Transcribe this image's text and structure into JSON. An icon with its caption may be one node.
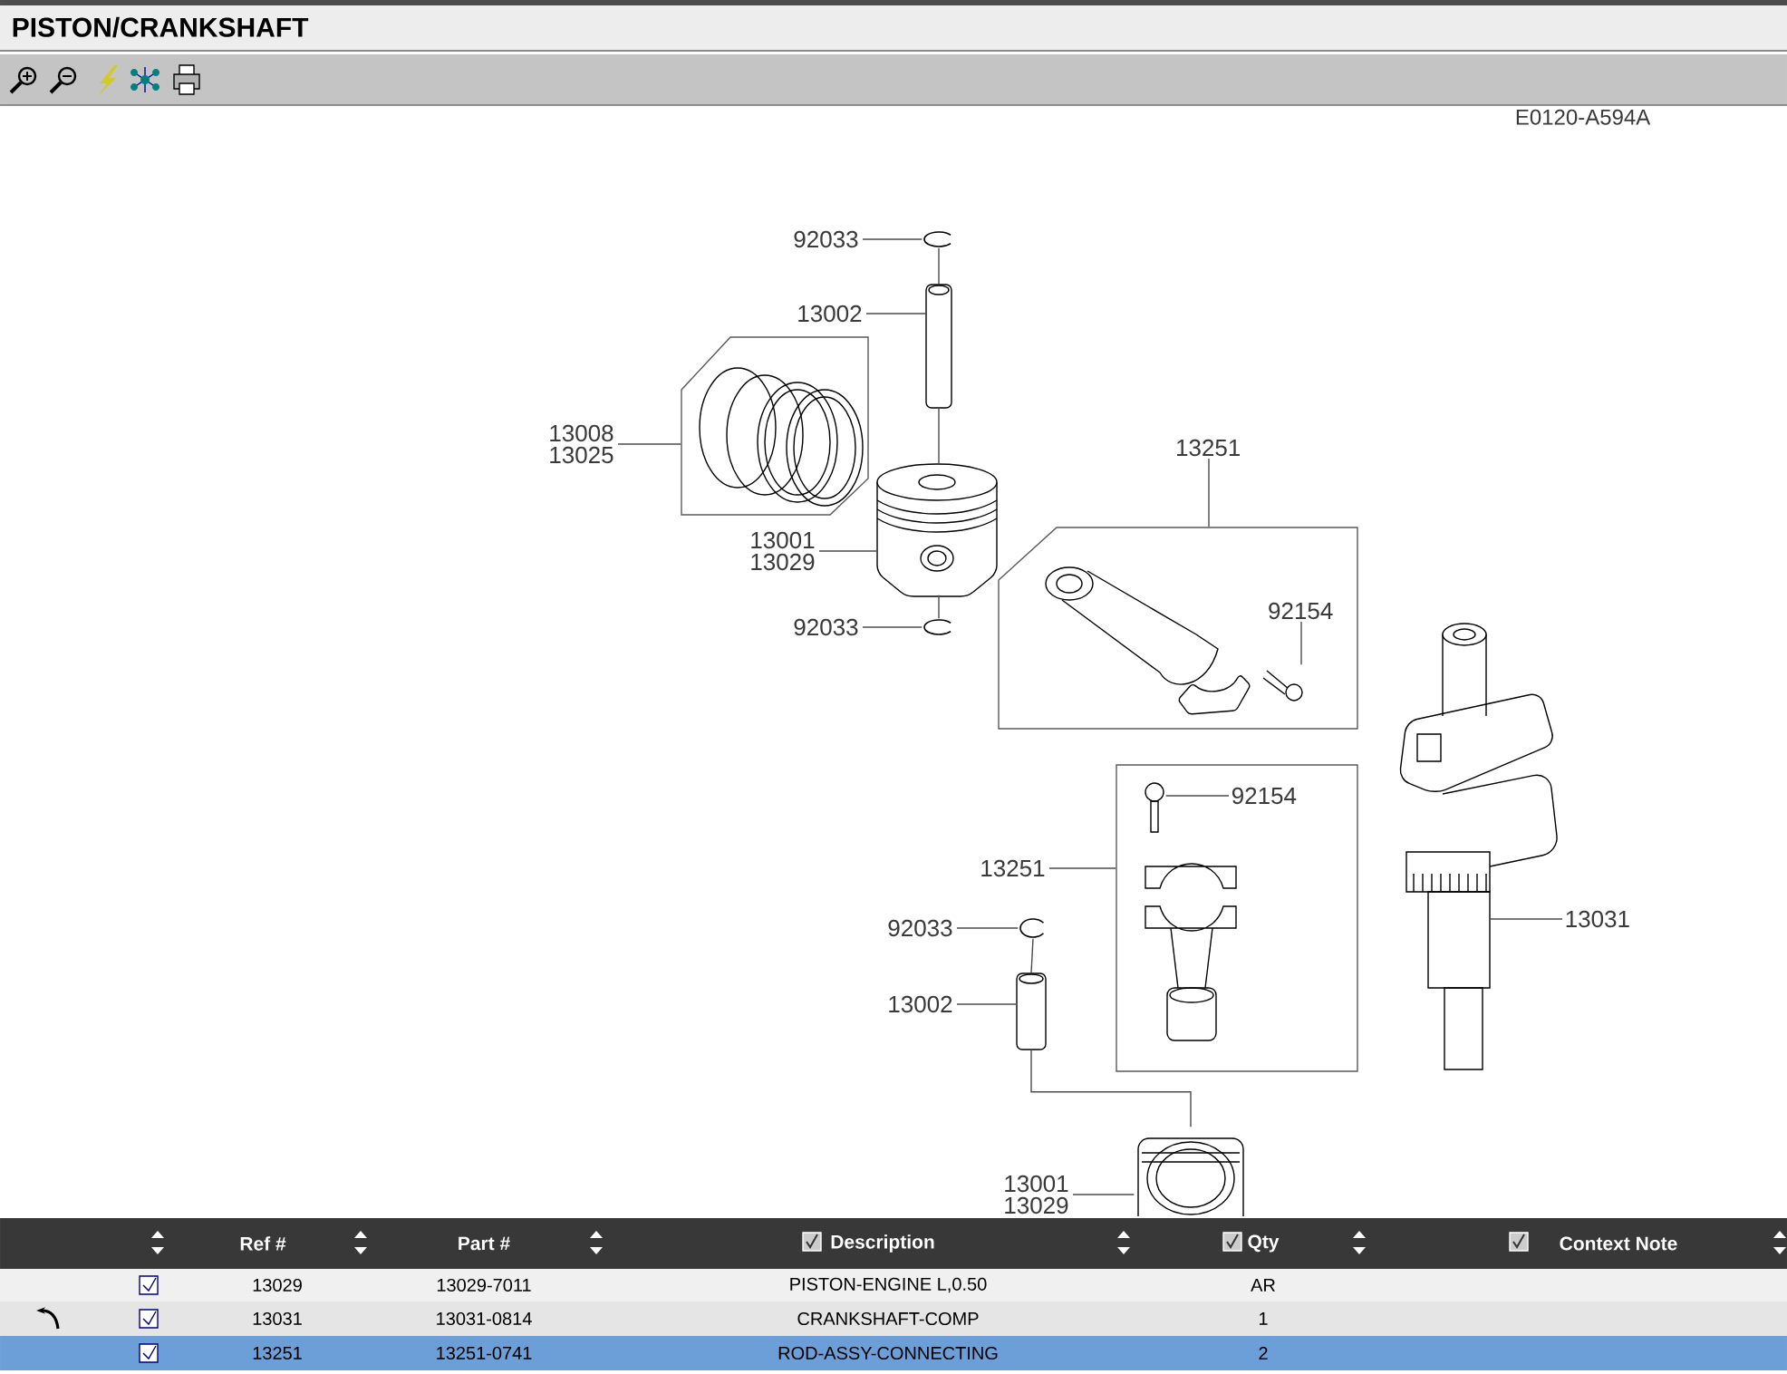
{
  "diagram": {
    "title": "PISTON/CRANKSHAFT",
    "nodes": [
      {
        "text": [
          "92033"
        ]
      },
      {
        "text": [],
        "shape": "picture"
      },
      {
        "text": [
          "13002"
        ]
      },
      {
        "text": [],
        "shape": "picture"
      },
      {
        "text": [],
        "shape": "box"
      },
      {
        "text": [],
        "shape": "picture",
        "in": 4
      },
      {
        "text": [
          "13008 13025"
        ]
      },
      {
        "text": [],
        "shape": "picture"
      },
      {
        "text": [
          "13001 13029"
        ]
      },
      {
        "text": [
          "92033"
        ]
      },
      {
        "text": [],
        "shape": "picture"
      },
      {
        "text": [
          "13251"
        ]
      },
      {
        "text": [],
        "shape": "box"
      },
      {
        "text": [],
        "shape": "picture",
        "in": 12
      },
      {
        "text": [],
        "shape": "picture",
        "in": 12
      },
      {
        "text": [
          "92154"
        ],
        "in": 12
      },
      {
        "text": [],
        "shape": "box"
      },
      {
        "text": [],
        "shape": "picture",
        "in": 16
      },
      {
        "text": [
          "92154"
        ],
        "in": 16
      },
      {
        "text": [],
        "shape": "picture",
        "in": 16
      },
      {
        "text": [
          "13251"
        ]
      },
      {
        "text": [
          "92033"
        ]
      },
      {
        "text": [],
        "shape": "picture"
      },
      {
        "text": [
          "13002"
        ]
      },
      {
        "text": [],
        "shape": "picture"
      },
      {
        "text": [
          "13001 13029"
        ]
      },
      {
        "text": [],
        "shape": "picture"
      },
      {
        "text": [],
        "shape": "picture"
      },
      {
        "text": [
          "13031"
        ]
      }
    ],
    "edges": [
      {
        "from": 0,
        "to": 1,
        "arrow": "none"
      },
      {
        "from": 1,
        "to": 3,
        "arrow": "none"
      },
      {
        "from": 2,
        "to": 3,
        "arrow": "none"
      },
      {
        "from": 3,
        "to": 7,
        "arrow": "none"
      },
      {
        "from": 6,
        "to": 4,
        "arrow": "none"
      },
      {
        "from": 8,
        "to": 7,
        "arrow": "none"
      },
      {
        "from": 7,
        "to": 10,
        "arrow": "none"
      },
      {
        "from": 9,
        "to": 10,
        "arrow": "none"
      },
      {
        "from": 11,
        "to": 12,
        "arrow": "none"
      },
      {
        "from": 15,
        "to": 14,
        "arrow": "none"
      },
      {
        "from": 18,
        "to": 17,
        "arrow": "none"
      },
      {
        "from": 20,
        "to": 16,
        "arrow": "none"
      },
      {
        "from": 21,
        "to": 22,
        "arrow": "none"
      },
      {
        "from": 22,
        "to": 24,
        "arrow": "none"
      },
      {
        "from": 23,
        "to": 24,
        "arrow": "none"
      },
      {
        "from": 24,
        "to": 26,
        "arrow": "none"
      },
      {
        "from": 25,
        "to": 26,
        "arrow": "none"
      },
      {
        "from": 28,
        "to": 27,
        "arrow": "none"
      }
    ],
    "labels": [
      "E0120-A594A",
      "Ref #",
      "Part #",
      "Description",
      "Qty",
      "Context Note",
      "13029",
      "13029-7011",
      "PISTON-ENGINE L,0.50",
      "AR",
      "13031",
      "13031-0814",
      "CRANKSHAFT-COMP",
      "1",
      "13251",
      "13251-0741",
      "ROD-ASSY-CONNECTING",
      "2"
    ]
  }
}
